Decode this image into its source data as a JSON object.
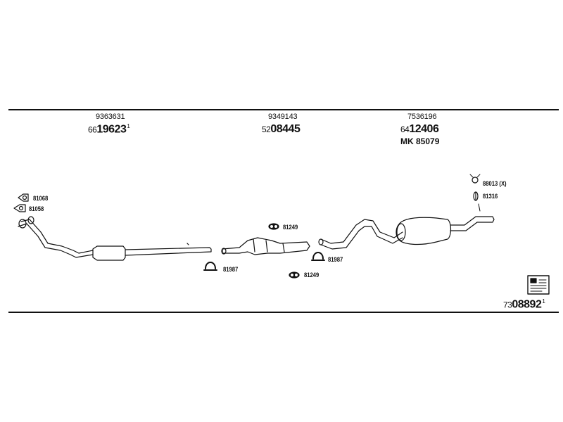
{
  "header": {
    "col1": {
      "ref": "9363631",
      "prefix": "66",
      "number": "19623",
      "suffix": "1"
    },
    "col2": {
      "ref": "9349143",
      "prefix": "52",
      "number": "08445"
    },
    "col3": {
      "ref": "7536196",
      "prefix": "64",
      "number": "12406",
      "mk": "MK 85079"
    }
  },
  "callouts": {
    "gasket_top": "81068",
    "gasket_bottom": "81058",
    "mount_mid": "81249",
    "clamp_left": "81987",
    "clamp_right": "81987",
    "mount_low": "81249",
    "hanger_x": "88013 (X)",
    "hanger": "81316"
  },
  "footer": {
    "prefix": "73",
    "number": "08892",
    "suffix": "1"
  }
}
